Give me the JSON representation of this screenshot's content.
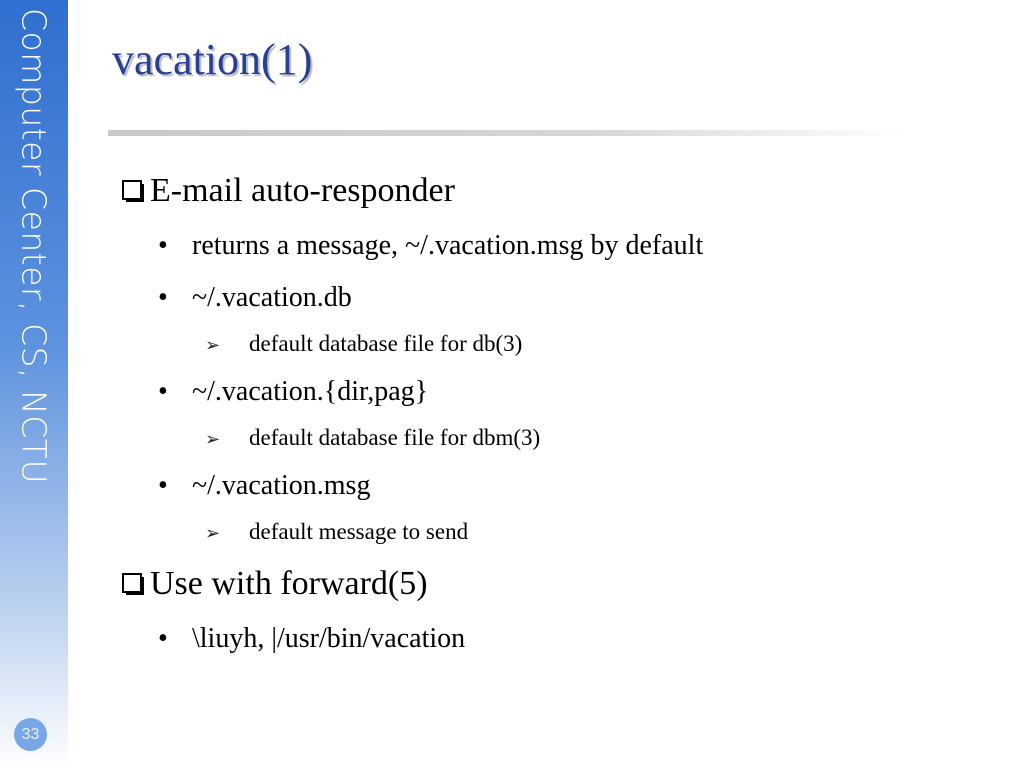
{
  "sidebar": {
    "text": "Computer Center, CS, NCTU"
  },
  "slide": {
    "title": "vacation(1)",
    "page_number": "33"
  },
  "content": {
    "section1": {
      "heading": "E-mail auto-responder",
      "items": [
        {
          "text": "returns  a message, ~/.vacation.msg by default"
        },
        {
          "text": "~/.vacation.db",
          "sub": "default database file for db(3)"
        },
        {
          "text": "~/.vacation.{dir,pag}",
          "sub": "default database file for dbm(3)"
        },
        {
          "text": "~/.vacation.msg",
          "sub": "default message to send"
        }
      ]
    },
    "section2": {
      "heading": "Use with forward(5)",
      "items": [
        {
          "text": "\\liuyh, |/usr/bin/vacation"
        }
      ]
    }
  },
  "icons": {
    "bullet": "•",
    "sub_bullet": "➢"
  },
  "colors": {
    "title": "#2b3f8f",
    "sidebar": "#2f6fd0"
  }
}
